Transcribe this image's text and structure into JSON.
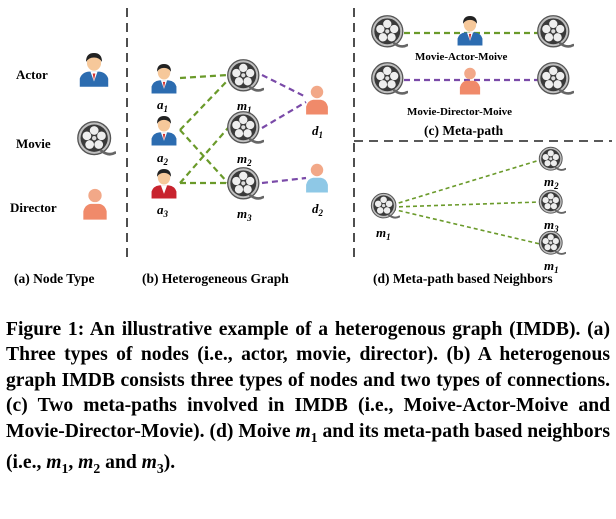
{
  "figure": {
    "panel_a": {
      "node_labels": [
        "Actor",
        "Movie",
        "Director"
      ],
      "caption": "(a) Node Type"
    },
    "panel_b": {
      "actor_labels": [
        "a1",
        "a2",
        "a3"
      ],
      "movie_labels": [
        "m1",
        "m2",
        "m3"
      ],
      "director_labels": [
        "d1",
        "d2"
      ],
      "caption": "(b) Heterogeneous Graph"
    },
    "panel_c": {
      "metapaths": [
        "Movie-Actor-Moive",
        "Movie-Director-Moive"
      ],
      "caption": "(c) Meta-path"
    },
    "panel_d": {
      "center_label": "m1",
      "neighbor_labels": [
        "m2",
        "m3",
        "m1"
      ],
      "caption": "(d) Meta-path based Neighbors"
    },
    "colors": {
      "actor_edge": "#6a9a2a",
      "director_edge": "#7a4aa8",
      "separator": "#222222"
    },
    "icons": [
      "actor-icon",
      "movie-reel-icon",
      "director-icon"
    ]
  },
  "caption": {
    "label": "Figure 1:",
    "text_1": " An illustrative example of a heterogenous graph (IMDB). (a) Three types of nodes (i.e., actor, movie, director). (b) A heterogenous graph IMDB consists three types of nodes and two types of connections. (c) Two meta-paths involved in IMDB (i.e., Moive-Actor-Moive and Movie-Director-Movie). (d) Moive ",
    "m1": "m",
    "m1_sub": "1",
    "text_2": " and its meta-path based neighbors (i.e., ",
    "n1": "m",
    "n1_sub": "1",
    "sep1": ", ",
    "n2": "m",
    "n2_sub": "2",
    "sep2": " and ",
    "n3": "m",
    "n3_sub": "3",
    "text_3": ")."
  }
}
